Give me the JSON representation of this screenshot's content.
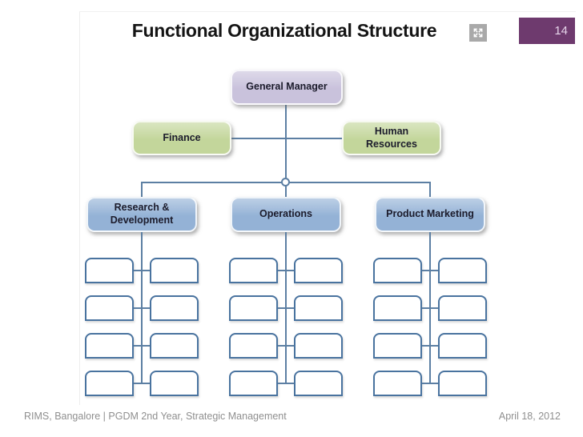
{
  "slide": {
    "title": "Functional Organizational Structure",
    "page_number": "14"
  },
  "org_chart": {
    "root": {
      "label": "General Manager"
    },
    "staff": [
      {
        "label": "Finance"
      },
      {
        "label": "Human Resources"
      }
    ],
    "departments": [
      {
        "label": "Research & Development"
      },
      {
        "label": "Operations"
      },
      {
        "label": "Product Marketing"
      }
    ],
    "sub_rows_per_department": 4,
    "sub_boxes_per_row": 2
  },
  "footer": {
    "left": "RIMS, Bangalore | PGDM 2nd Year, Strategic Management",
    "right": "April 18, 2012"
  },
  "icons": {
    "expand": "expand-arrows-icon"
  },
  "colors": {
    "accent_purple": "#6e3a6e",
    "node_purple": "#c9c2dc",
    "node_green": "#c3d69b",
    "node_blue": "#94b2d6",
    "connector": "#5c7fa3",
    "empty_box_border": "#49739f",
    "footer_text": "#8f8f8f"
  }
}
